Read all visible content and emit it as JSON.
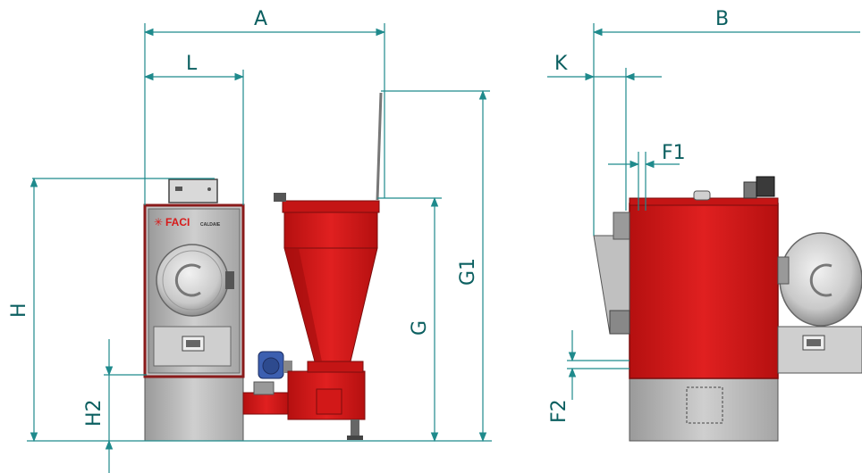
{
  "dimensions": {
    "A": "A",
    "B": "B",
    "L": "L",
    "K": "K",
    "F1": "F1",
    "F2": "F2",
    "H": "H",
    "H2": "H2",
    "G": "G",
    "G1": "G1"
  },
  "brand": {
    "logo_text": "FACI",
    "logo_sub": "CALDAIE"
  },
  "colors": {
    "dimension_line": "#1f8a8c",
    "boiler_red": "#d71a1a",
    "steel_grey": "#b8b8b8",
    "dark_outline": "#555555"
  }
}
